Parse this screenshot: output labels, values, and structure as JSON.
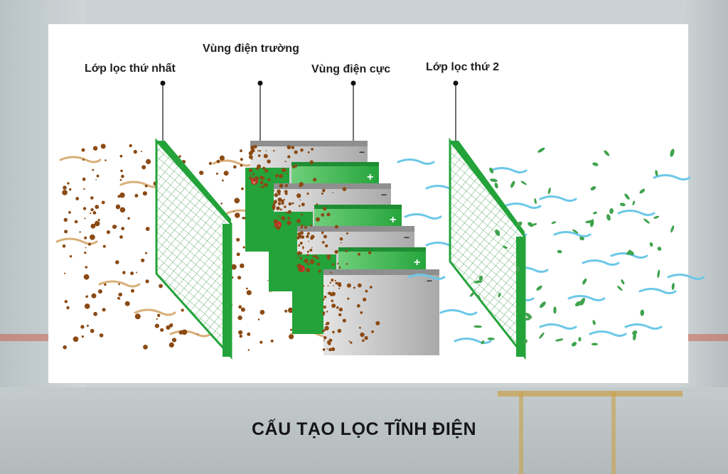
{
  "labels": {
    "first_filter": "Lớp lọc thứ nhất",
    "field_zone": "Vùng điện trường",
    "electrode_zone": "Vùng điện cực",
    "second_filter": "Lớp lọc thứ 2"
  },
  "title": "CẤU TẠO LỌC TĨNH ĐIỆN",
  "symbols": {
    "plus": "+",
    "minus": "−"
  },
  "colors": {
    "green": "#23a33a",
    "green_light": "#5cc36a",
    "gray_plate": "#b8b8b8",
    "dust_brown": "#8b4a14",
    "air_blue": "#6cc8e8",
    "leaf_green": "#3fa34d",
    "wind_tan": "#d9b07a",
    "charge_red": "#d8262b"
  }
}
